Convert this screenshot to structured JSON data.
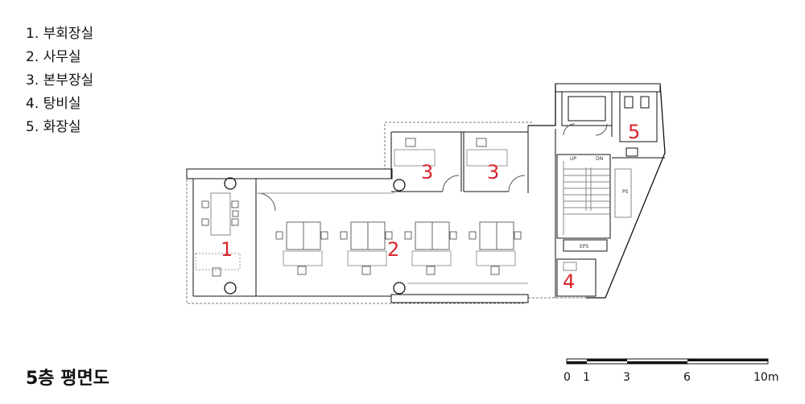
{
  "legend": {
    "items": [
      "1. 부회장실",
      "2. 사무실",
      "3. 본부장실",
      "4. 탕비실",
      "5. 화장실"
    ]
  },
  "title": "5층 평면도",
  "rooms": {
    "r1": "1",
    "r2": "2",
    "r3a": "3",
    "r3b": "3",
    "r4": "4",
    "r5": "5"
  },
  "plan_labels": {
    "up": "UP",
    "dn": "DN",
    "ps": "PS",
    "eps": "EPS"
  },
  "scale": {
    "ticks": [
      "0",
      "1",
      "3",
      "6",
      "10m"
    ]
  },
  "colors": {
    "room_number": "#d7262f",
    "wall": "#111111"
  }
}
